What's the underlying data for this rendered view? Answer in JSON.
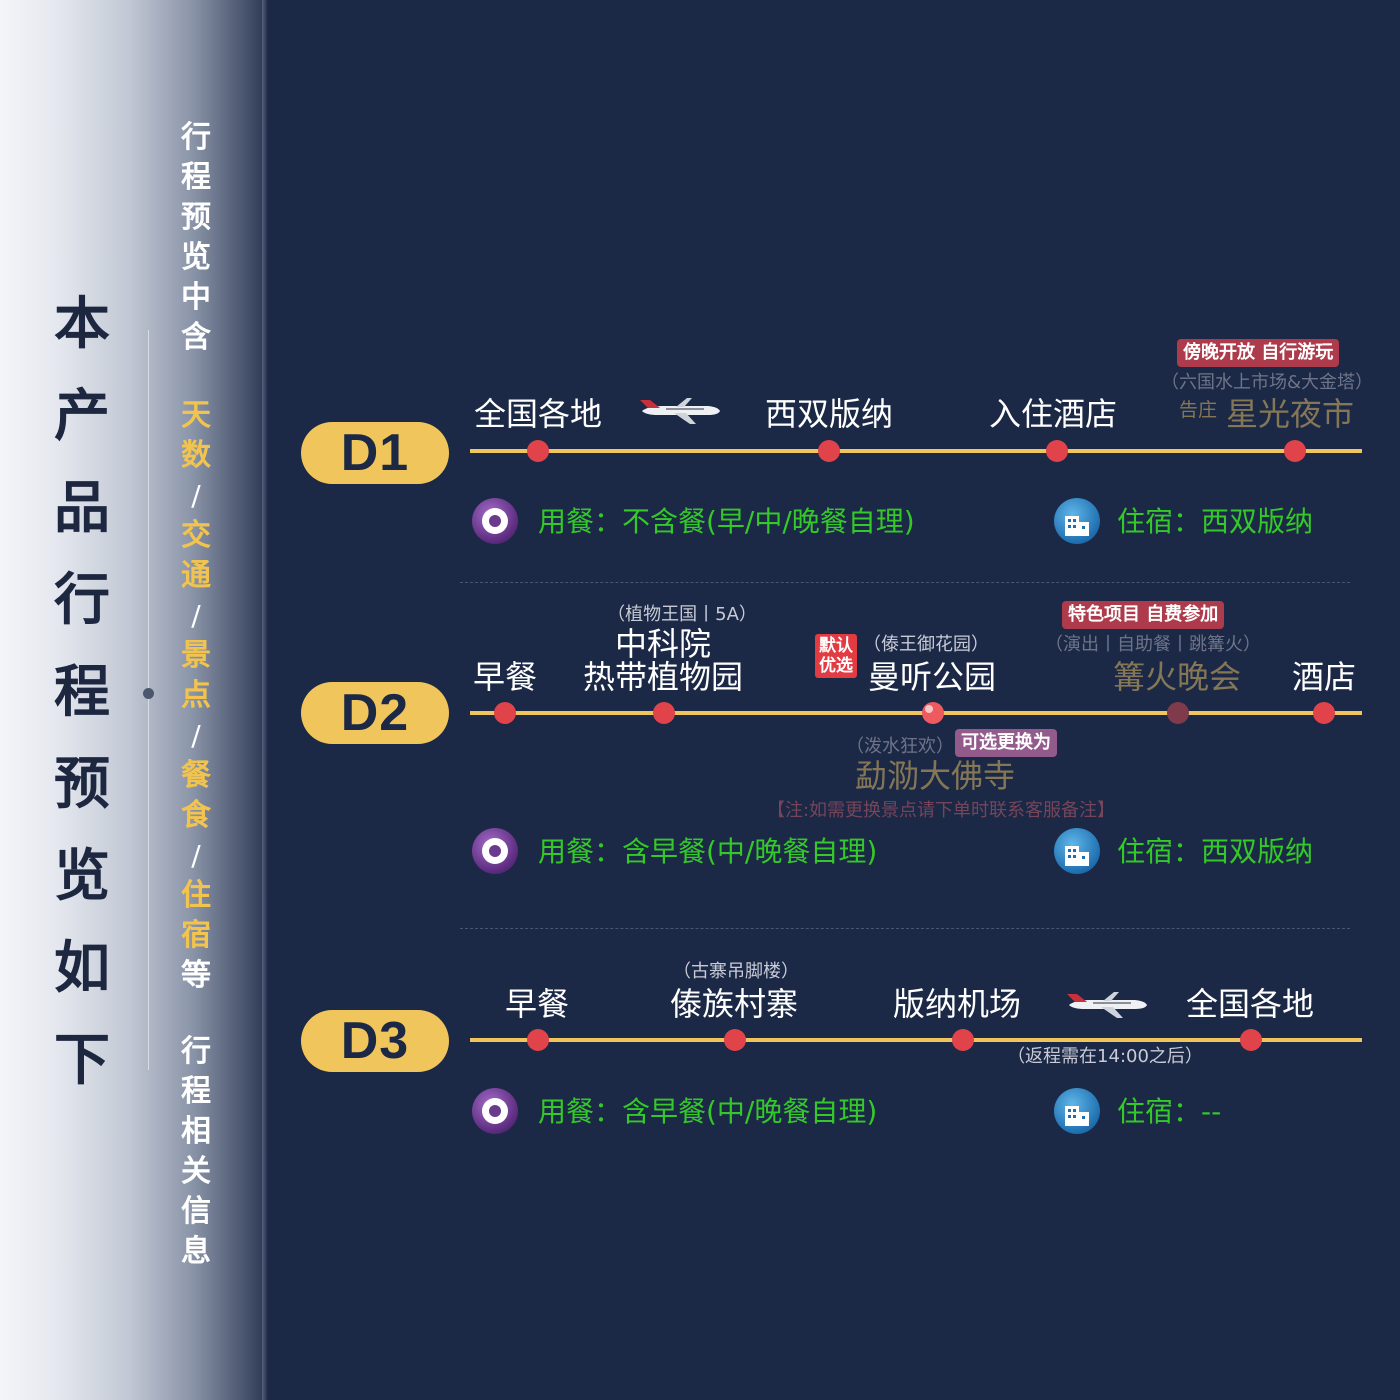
{
  "title_chars": [
    "本",
    "产",
    "品",
    "行",
    "程",
    "预",
    "览",
    "如",
    "下"
  ],
  "subtitle_top_chars": [
    "行",
    "程",
    "预",
    "览",
    "中",
    "含"
  ],
  "subtitle_categories": [
    {
      "t": "天",
      "k": "cat"
    },
    {
      "t": "数",
      "k": "cat"
    },
    {
      "t": "/",
      "k": "sep"
    },
    {
      "t": "交",
      "k": "cat"
    },
    {
      "t": "通",
      "k": "cat"
    },
    {
      "t": "/",
      "k": "sep"
    },
    {
      "t": "景",
      "k": "cat"
    },
    {
      "t": "点",
      "k": "cat"
    },
    {
      "t": "/",
      "k": "sep"
    },
    {
      "t": "餐",
      "k": "cat"
    },
    {
      "t": "食",
      "k": "cat"
    },
    {
      "t": "/",
      "k": "sep"
    },
    {
      "t": "住",
      "k": "cat"
    },
    {
      "t": "宿",
      "k": "cat"
    },
    {
      "t": "等",
      "k": "plain"
    }
  ],
  "subtitle_bottom_chars": [
    "行",
    "程",
    "相",
    "关",
    "信",
    "息"
  ],
  "days": [
    {
      "label": "D1",
      "stops": [
        "全国各地",
        "西双版纳",
        "入住酒店",
        "星光夜市"
      ],
      "tag": "傍晚开放 自行游玩",
      "note": "（六国水上市场&大金塔）",
      "small_label": "告庄",
      "meal": "用餐：不含餐(早/中/晚餐自理)",
      "stay": "住宿：西双版纳"
    },
    {
      "label": "D2",
      "stops": [
        "早餐",
        "中科院",
        "热带植物园",
        "曼听公园",
        "篝火晚会",
        "酒店"
      ],
      "notes": [
        "（植物王国丨5A）",
        "（傣王御花园）",
        "（演出丨自助餐丨跳篝火）",
        "（泼水狂欢）"
      ],
      "pref_tag": "默认\n优选",
      "tag": "特色项目 自费参加",
      "alt_tag": "可选更换为",
      "alt_stop": "勐泐大佛寺",
      "warning": "【注:如需更换景点请下单时联系客服备注】",
      "meal": "用餐：含早餐(中/晚餐自理)",
      "stay": "住宿：西双版纳"
    },
    {
      "label": "D3",
      "stops": [
        "早餐",
        "傣族村寨",
        "版纳机场",
        "全国各地"
      ],
      "notes": [
        "（古寨吊脚楼）",
        "（返程需在14:00之后）"
      ],
      "meal": "用餐：含早餐(中/晚餐自理)",
      "stay": "住宿：--"
    }
  ],
  "colors": {
    "background": "#1b2846",
    "accent_gold": "#f0c55b",
    "dot_red": "#e0444a",
    "info_green": "#34c928"
  }
}
